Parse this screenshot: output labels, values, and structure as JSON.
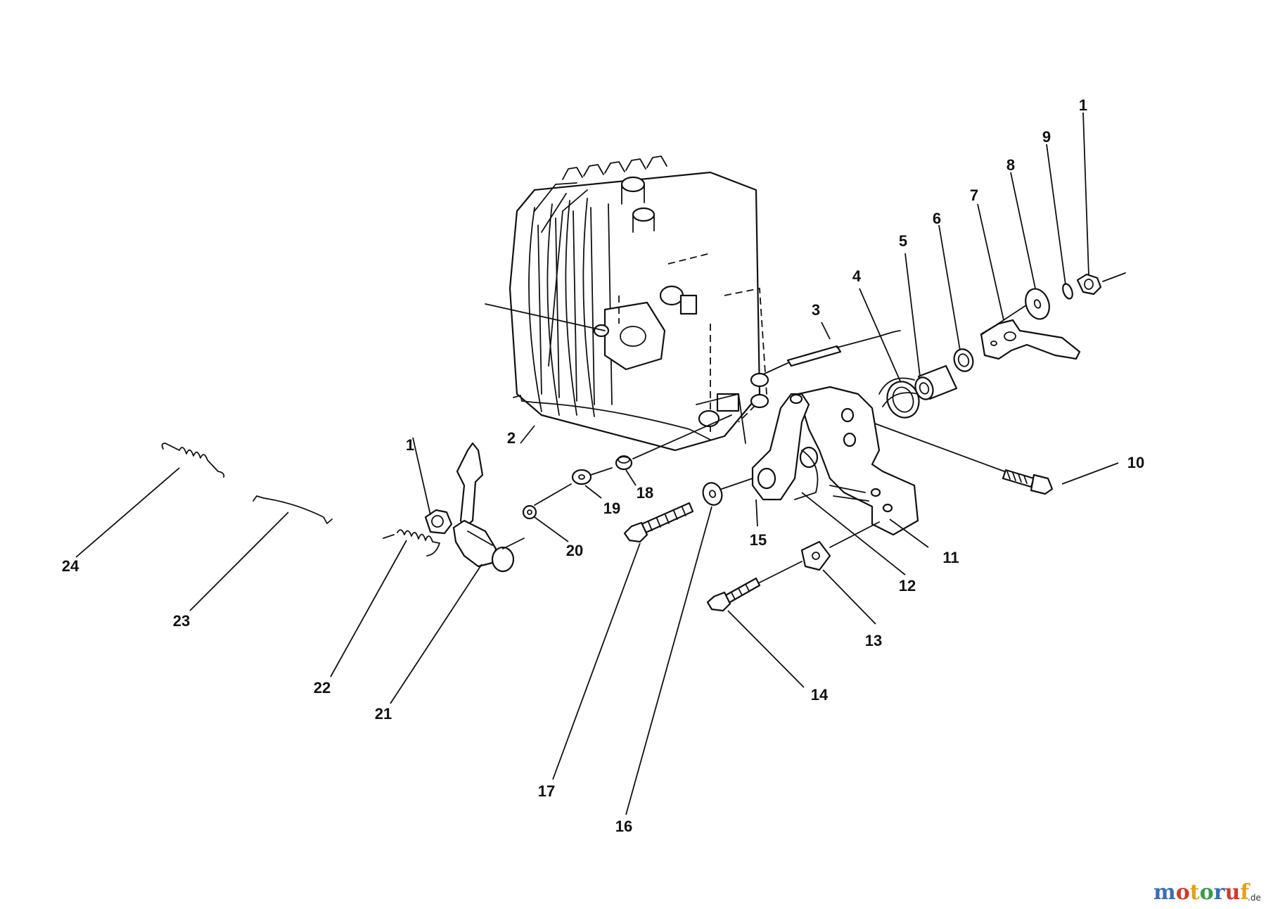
{
  "callouts": {
    "c1a": "1",
    "c1b": "1",
    "c2": "2",
    "c3": "3",
    "c4": "4",
    "c5": "5",
    "c6": "6",
    "c7": "7",
    "c8": "8",
    "c9": "9",
    "c10": "10",
    "c11": "11",
    "c12": "12",
    "c13": "13",
    "c14": "14",
    "c15": "15",
    "c16": "16",
    "c17": "17",
    "c18": "18",
    "c19": "19",
    "c20": "20",
    "c21": "21",
    "c22": "22",
    "c23": "23",
    "c24": "24"
  },
  "watermark": {
    "brand": "motoruf",
    "tld": ".de",
    "colors": [
      "#3a6fb0",
      "#d03a2f",
      "#e0a020",
      "#3a9a4a"
    ]
  }
}
